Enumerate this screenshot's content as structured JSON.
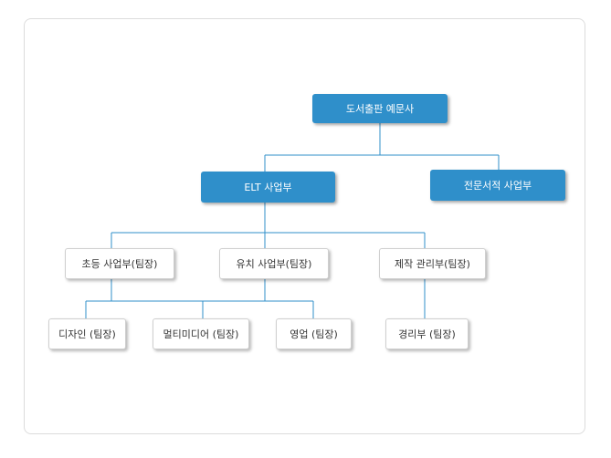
{
  "org": {
    "root": "도서출판 예문사",
    "elt": "ELT 사업부",
    "special": "전문서적 사업부",
    "elementary": "초등 사업부(팀장)",
    "kinder": "유치 사업부(팀장)",
    "production": "제작 관리부(팀장)",
    "design": "디자인 (팀장)",
    "multimedia": "멀티미디어 (팀장)",
    "sales": "영업 (팀장)",
    "accounting": "경리부 (팀장)"
  },
  "colors": {
    "primary": "#2f8fca",
    "connector": "#2f8fca"
  }
}
